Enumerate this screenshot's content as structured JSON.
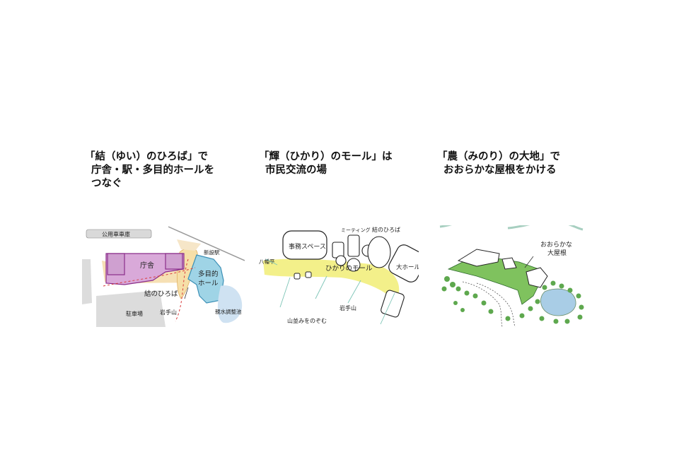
{
  "panels": [
    {
      "heading_lines": [
        "「結（ゆい）のひろば」で",
        "庁舎・駅・多目的ホールを",
        "つなぐ"
      ],
      "labels": {
        "parking_sign": "公用車車庫",
        "station": "新設駅",
        "city_hall": "庁舎",
        "hall": "多目的",
        "hall2": "ホール",
        "plaza": "結のひろば",
        "parking": "駐車場",
        "iwate": "岩手山",
        "pond": "親水調整池"
      },
      "colors": {
        "city_hall": "#d9a9d9",
        "hall": "#9fd4e6",
        "plaza": "#f6e0b4"
      }
    },
    {
      "heading_lines": [
        "「輝（ひかり）のモール」は",
        "市民交流の場"
      ],
      "labels": {
        "office": "事務スペース",
        "meeting": "ミーティング",
        "plaza": "結のひろば",
        "yahaba": "八幡平",
        "mall": "ひかりのモール",
        "big_hall": "大ホール",
        "iwate": "岩手山",
        "mountains": "山並みをのぞむ"
      },
      "colors": {
        "mall": "#f3f08a"
      }
    },
    {
      "heading_lines": [
        "「農（みのり）の大地」で",
        "おおらかな屋根をかける"
      ],
      "labels": {
        "roof": "おおらかな",
        "roof2": "大屋根"
      },
      "colors": {
        "roof": "#7fc25e",
        "hills": "#a7cfc0",
        "pond": "#a9cde6"
      }
    }
  ]
}
